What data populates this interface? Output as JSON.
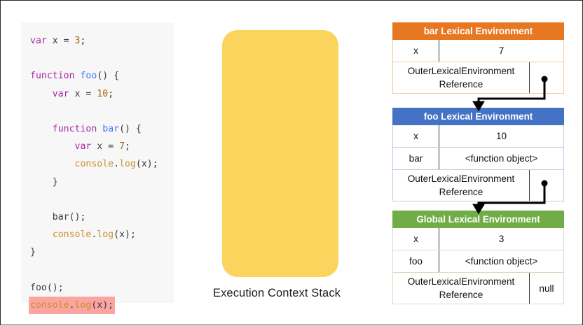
{
  "code_panel": {
    "language": "javascript",
    "background": "#f7f7f7",
    "highlight_color": "#fca5a0",
    "lines": [
      {
        "id": "l1",
        "text": "var x = 3;"
      },
      {
        "id": "l2",
        "text": ""
      },
      {
        "id": "l3",
        "text": "function foo() {"
      },
      {
        "id": "l4",
        "text": "    var x = 10;"
      },
      {
        "id": "l5",
        "text": ""
      },
      {
        "id": "l6",
        "text": "    function bar() {"
      },
      {
        "id": "l7",
        "text": "        var x = 7;"
      },
      {
        "id": "l8",
        "text": "        console.log(x);"
      },
      {
        "id": "l9",
        "text": "    }"
      },
      {
        "id": "l10",
        "text": ""
      },
      {
        "id": "l11",
        "text": "    bar();"
      },
      {
        "id": "l12",
        "text": "    console.log(x);"
      },
      {
        "id": "l13",
        "text": "}"
      },
      {
        "id": "l14",
        "text": ""
      },
      {
        "id": "l15",
        "text": "foo();"
      },
      {
        "id": "l16",
        "text": "console.log(x);",
        "highlighted": true
      }
    ]
  },
  "stack": {
    "caption": "Execution Context Stack",
    "box_color": "#fad45d"
  },
  "environments": [
    {
      "id": "bar",
      "title": "bar Lexical Environment",
      "header_color": "#e87722",
      "rows": [
        {
          "key": "x",
          "value": "7"
        }
      ],
      "outer": {
        "label": "OuterLexicalEnvironment Reference",
        "label_line1": "OuterLexicalEnvironment",
        "label_line2": "Reference",
        "value": ""
      }
    },
    {
      "id": "foo",
      "title": "foo Lexical Environment",
      "header_color": "#4472c4",
      "rows": [
        {
          "key": "x",
          "value": "10"
        },
        {
          "key": "bar",
          "value": "<function object>"
        }
      ],
      "outer": {
        "label": "OuterLexicalEnvironment Reference",
        "label_line1": "OuterLexicalEnvironment",
        "label_line2": "Reference",
        "value": ""
      }
    },
    {
      "id": "global",
      "title": "Global Lexical Environment",
      "header_color": "#70ad47",
      "rows": [
        {
          "key": "x",
          "value": "3"
        },
        {
          "key": "foo",
          "value": "<function object>"
        }
      ],
      "outer": {
        "label": "OuterLexicalEnvironment Reference",
        "label_line1": "OuterLexicalEnvironment",
        "label_line2": "Reference",
        "value": "null"
      }
    }
  ],
  "connectors": [
    {
      "id": "bar-to-foo",
      "from": "bar-outer-reference",
      "to": "foo-lexical-environment",
      "color": "#000000"
    },
    {
      "id": "foo-to-global",
      "from": "foo-outer-reference",
      "to": "global-lexical-environment",
      "color": "#000000"
    }
  ]
}
